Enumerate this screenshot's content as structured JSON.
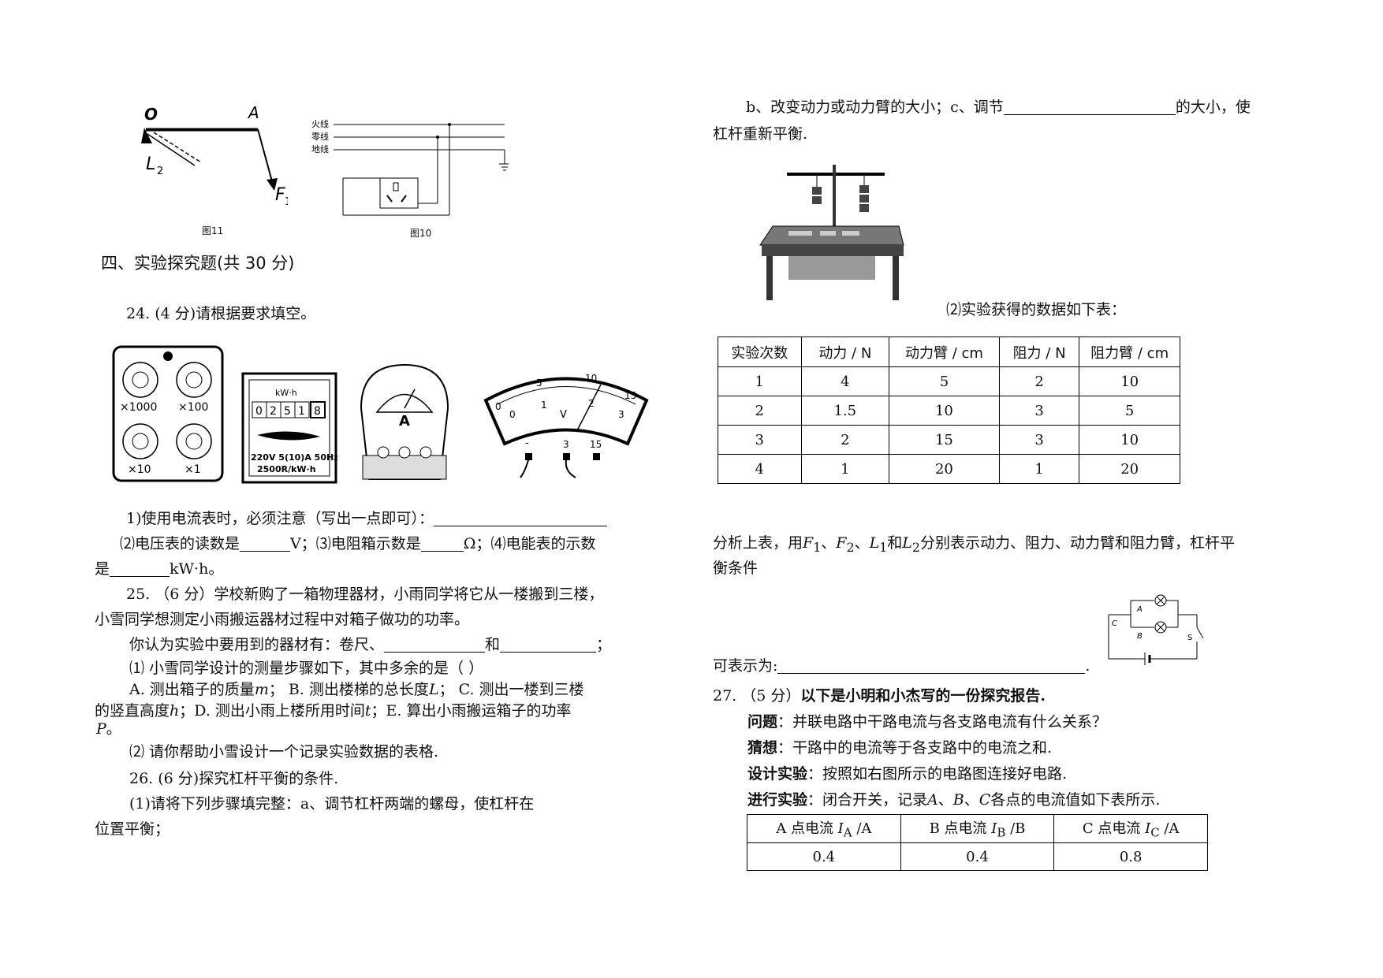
{
  "fig11": {
    "caption": "图11",
    "label_o": "O",
    "label_a": "A",
    "label_l2": "L",
    "label_l2_sub": "2",
    "label_f1": "F",
    "label_f1_sub": "1"
  },
  "fig10": {
    "caption": "图10",
    "line_fire": "火线",
    "line_neutral": "零线",
    "line_ground": "地线"
  },
  "section4": {
    "title": "四、实验探究题(共 30 分)"
  },
  "q24": {
    "stem": "24. (4 分)请根据要求填空。",
    "box": {
      "x1000": "×1000",
      "x100": "×100",
      "x10": "×10",
      "x1": "×1"
    },
    "meter": {
      "unit": "kW·h",
      "digits": [
        "0",
        "2",
        "5",
        "1",
        "8"
      ],
      "spec1": "220V 5(10)A 50Hz",
      "spec2": "2500R/kW·h"
    },
    "ammeter": {
      "letter": "A"
    },
    "voltmeter": {
      "letter": "V",
      "top_ticks": [
        "0",
        "5",
        "10",
        "15"
      ],
      "bottom_ticks": [
        "0",
        "1",
        "2",
        "3"
      ],
      "terminals": [
        "-",
        "3",
        "15"
      ]
    },
    "line1_label": "1)使用电流表时，必须注意（写出一点即可）：",
    "line2_a": "⑵电压表的读数是",
    "line2_b": "V；⑶电阻箱示数是",
    "line2_c": "Ω；⑷电能表的示数",
    "line3_a": "是",
    "line3_b": "kW·h。"
  },
  "q25": {
    "line1": "25. （6 分）学校新购了一箱物理器材，小雨同学将它从一楼搬到三楼，",
    "line2": "小雪同学想测定小雨搬运器材过程中对箱子做功的功率。",
    "line3_a": "你认为实验中要用到的器材有：卷尺、",
    "line3_b": "和",
    "line3_c": "；",
    "line4": "⑴ 小雪同学设计的测量步骤如下，其中多余的是（      ）",
    "line5_a": "A. 测出箱子的质量",
    "var_m": "m",
    "line5_b": "； B. 测出楼梯的总长度",
    "var_L": "L",
    "line5_c": "； C. 测出一楼到三楼",
    "line6_a": "的竖直高度",
    "var_h": "h",
    "line6_b": "；D. 测出小雨上楼所用时间",
    "var_t": "t",
    "line6_c": "；E. 算出小雨搬运箱子的功率",
    "var_P": "P",
    "line6_d": "。",
    "line7": "⑵ 请你帮助小雪设计一个记录实验数据的表格."
  },
  "q26": {
    "line1": "26. (6 分)探究杠杆平衡的条件.",
    "line2": "(1)请将下列步骤填完整：a、调节杠杆两端的螺母，使杠杆在",
    "line3": "位置平衡；",
    "right1_a": "b、改变动力或动力臂的大小；c、调节",
    "right1_b": "的大小，使",
    "right2": "杠杆重新平衡.",
    "data_caption": "⑵实验获得的数据如下表：",
    "table": {
      "headers": [
        "实验次数",
        "动力 / N",
        "动力臂 / cm",
        "阻力 / N",
        "阻力臂 / cm"
      ],
      "rows": [
        [
          "1",
          "4",
          "5",
          "2",
          "10"
        ],
        [
          "2",
          "1.5",
          "10",
          "3",
          "5"
        ],
        [
          "3",
          "2",
          "15",
          "3",
          "10"
        ],
        [
          "4",
          "1",
          "20",
          "1",
          "20"
        ]
      ]
    },
    "analysis_1a": "分析上表，用",
    "F1": "F",
    "F1_sub": "1",
    "sep1": "、",
    "F2": "F",
    "F2_sub": "2",
    "sep2": "、",
    "L1": "L",
    "L1_sub": "1",
    "and_word": "和",
    "L2": "L",
    "L2_sub": "2",
    "analysis_1b": "分别表示动力、阻力、动力臂和阻力臂，杠杆平",
    "analysis_2": "衡条件",
    "expr_a": "可表示为:",
    "expr_b": "."
  },
  "circuit": {
    "A": "A",
    "B": "B",
    "C": "C",
    "S": "S"
  },
  "q27": {
    "line1_a": "27. （5 分）",
    "line1_b": "以下是小明和小杰写的一份探究报告.",
    "q_label": "问题",
    "q_text": "：并联电路中干路电流与各支路电流有什么关系？",
    "g_label": "猜想",
    "g_text": "：干路中的电流等于各支路中的电流之和.",
    "d_label": "设计实验",
    "d_text": "：按照如右图所示的电路图连接好电路.",
    "e_label": "进行实验",
    "e_text_a": "：闭合开关，记录",
    "pA": "A",
    "sepA": "、",
    "pB": "B",
    "sepB": "、",
    "pC": "C",
    "e_text_b": "各点的电流值如下表所示.",
    "table": {
      "h1_a": "A 点电流 ",
      "h1_v": "I",
      "h1_s": "A",
      "h1_u": " /A",
      "h2_a": "B 点电流 ",
      "h2_v": "I",
      "h2_s": "B",
      "h2_u": " /B",
      "h3_a": "C 点电流 ",
      "h3_v": "I",
      "h3_s": "C",
      "h3_u": " /A",
      "values": [
        "0.4",
        "0.4",
        "0.8"
      ]
    }
  }
}
